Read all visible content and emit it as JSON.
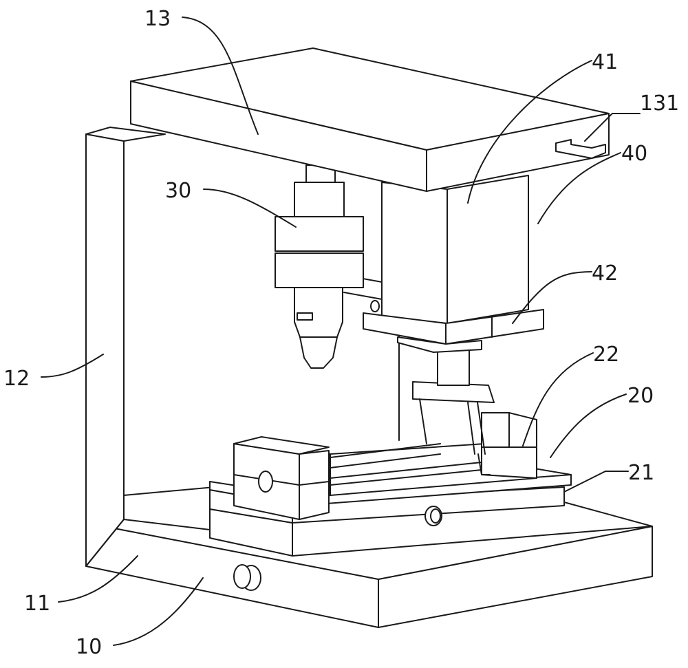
{
  "labels": {
    "l13": "13",
    "l41": "41",
    "l131": "131",
    "l40": "40",
    "l30": "30",
    "l42": "42",
    "l22": "22",
    "l20": "20",
    "l12": "12",
    "l21": "21",
    "l11": "11",
    "l10": "10"
  }
}
